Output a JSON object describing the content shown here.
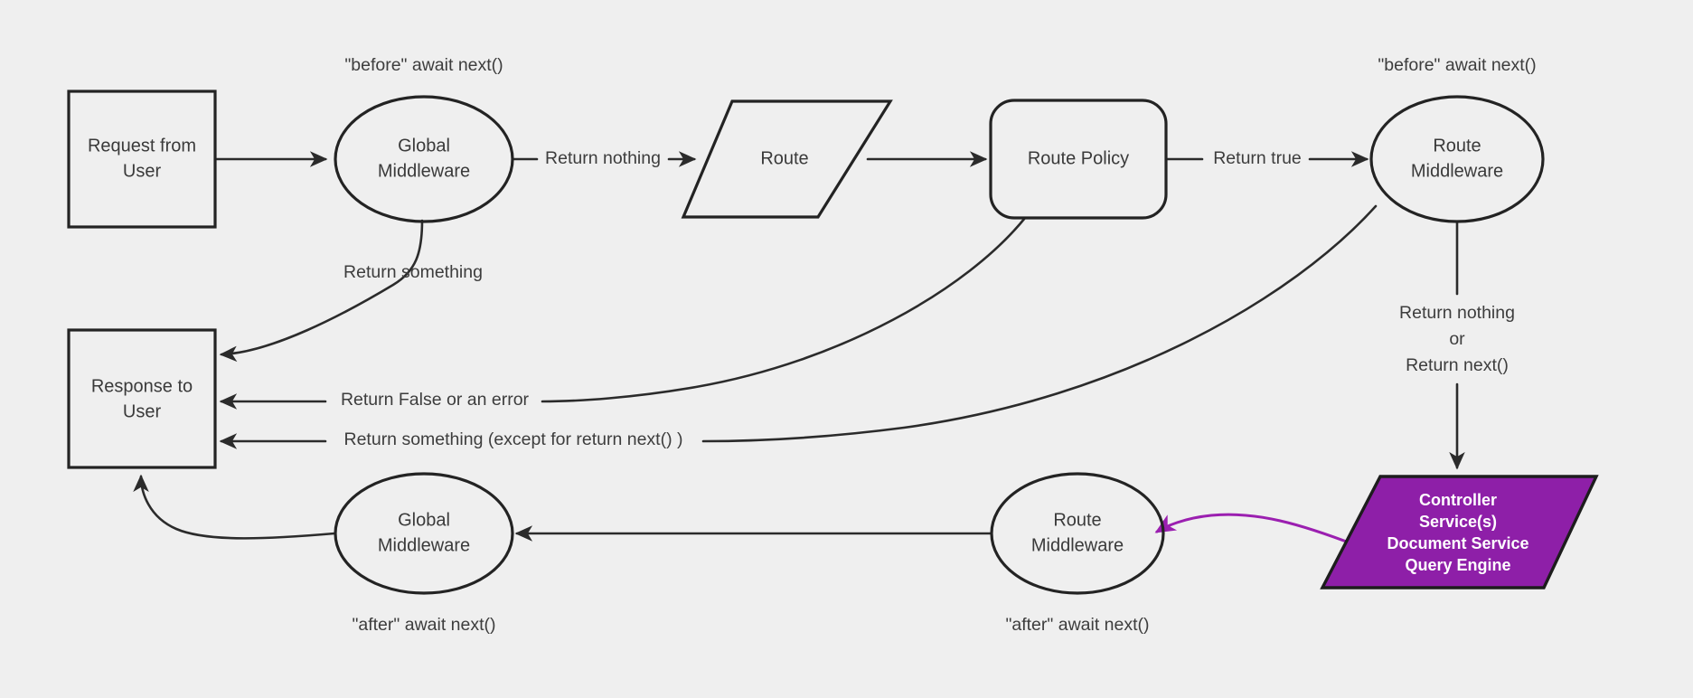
{
  "diagram": {
    "title": "Middleware request/response lifecycle flowchart",
    "background_color": "#efefef",
    "stroke_color": "#232323",
    "accent_color": "#8e1fa8",
    "accent_edge_color": "#9b1fb0",
    "accent_text_color": "#ffffff"
  },
  "nodes": {
    "request_from_user": {
      "line1": "Request from",
      "line2": "User",
      "shape": "rectangle"
    },
    "global_middleware_top": {
      "line1": "Global",
      "line2": "Middleware",
      "shape": "ellipse"
    },
    "route": {
      "line1": "Route",
      "shape": "parallelogram"
    },
    "route_policy": {
      "line1": "Route Policy",
      "shape": "rounded-rectangle"
    },
    "route_middleware_top": {
      "line1": "Route",
      "line2": "Middleware",
      "shape": "ellipse"
    },
    "response_to_user": {
      "line1": "Response to",
      "line2": "User",
      "shape": "rectangle"
    },
    "global_middleware_bottom": {
      "line1": "Global",
      "line2": "Middleware",
      "shape": "ellipse"
    },
    "route_middleware_bottom": {
      "line1": "Route",
      "line2": "Middleware",
      "shape": "ellipse"
    },
    "controller_services": {
      "line1": "Controller",
      "line2": "Service(s)",
      "line3": "Document Service",
      "line4": "Query Engine",
      "shape": "parallelogram",
      "fill": "#8e1fa8"
    }
  },
  "edge_labels": {
    "return_nothing": "Return nothing",
    "return_true": "Return true",
    "return_something_top": "Return something",
    "return_false_or_error": "Return False or an error",
    "return_something_except_next": "Return something (except for return next() )",
    "return_nothing_or_next_line1": "Return nothing",
    "return_nothing_or_next_line2": "or",
    "return_nothing_or_next_line3": "Return next()"
  },
  "annotations": {
    "before_await_next_global": "\"before\" await next()",
    "before_await_next_route": "\"before\" await next()",
    "after_await_next_global": "\"after\" await next()",
    "after_await_next_route": "\"after\" await next()"
  }
}
